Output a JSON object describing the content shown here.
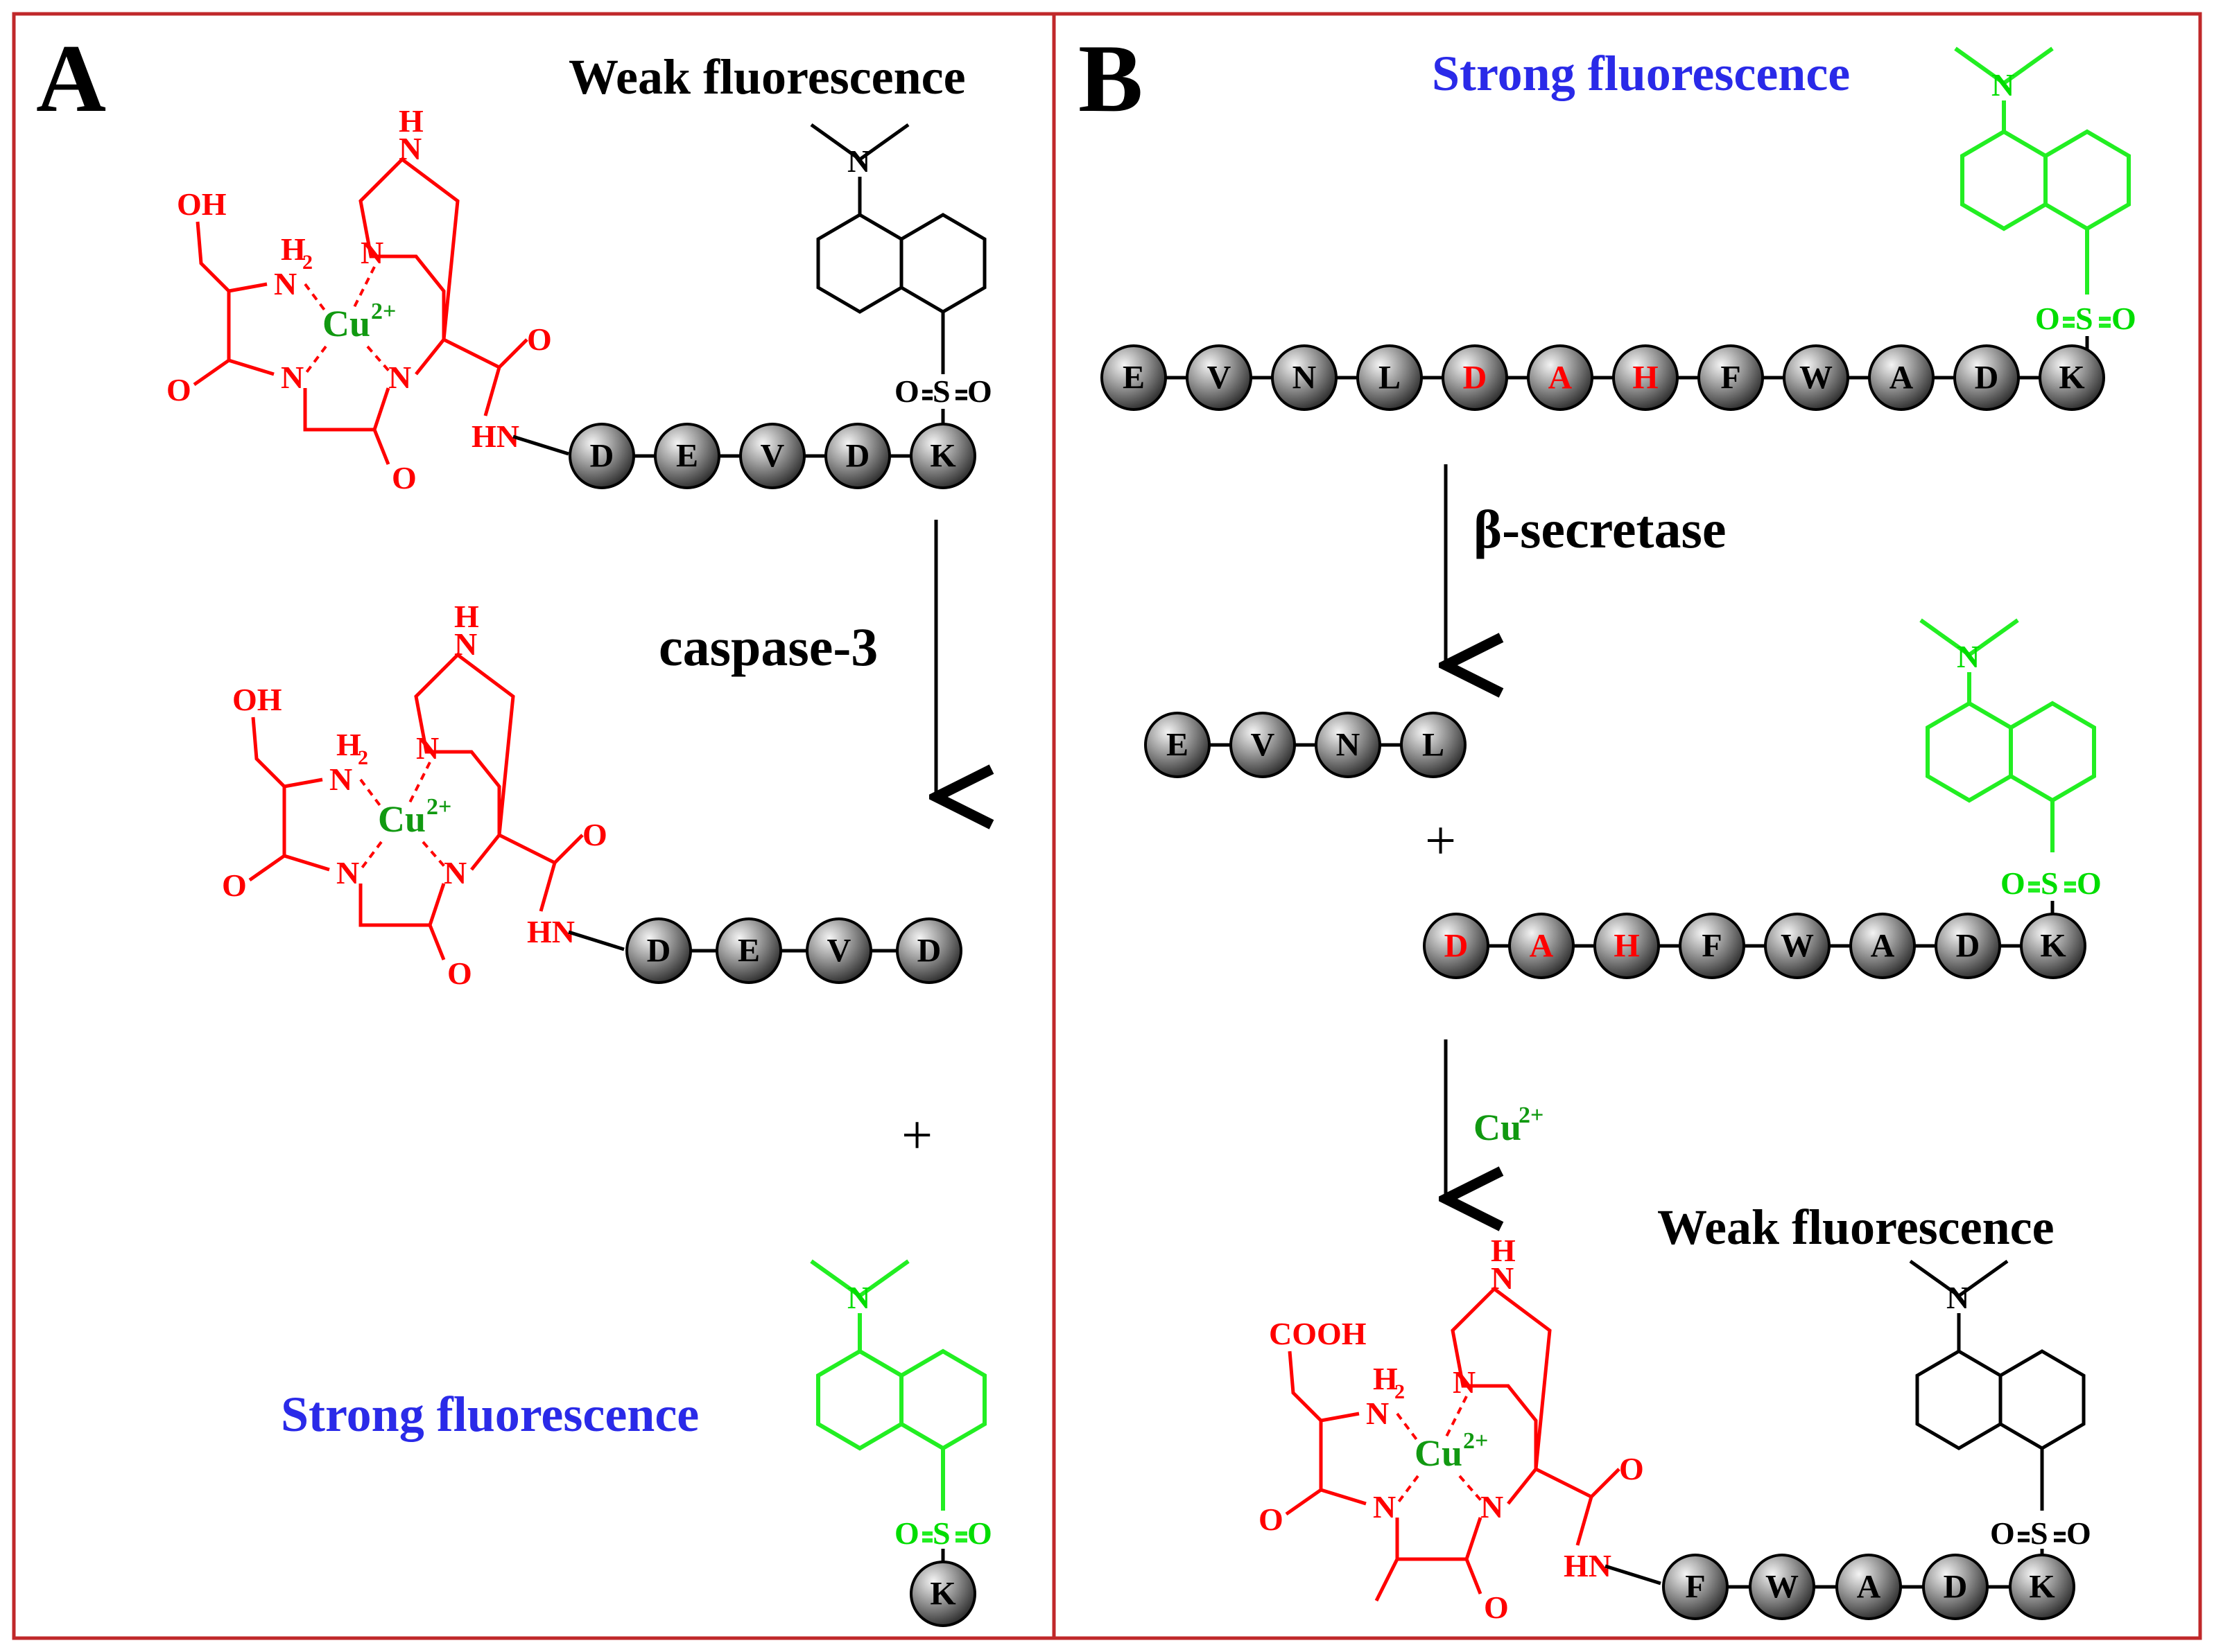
{
  "panels": {
    "A": {
      "label": "A",
      "top_title": "Weak fluorescence",
      "enzyme": "caspase-3",
      "bottom_title": "Strong fluorescence",
      "peptide_full": [
        "D",
        "E",
        "V",
        "D",
        "K"
      ],
      "peptide_cleaved": [
        "D",
        "E",
        "V",
        "D"
      ],
      "product": [
        "K"
      ],
      "plus": "+",
      "metal": "Cu",
      "metal_charge": "2+"
    },
    "B": {
      "label": "B",
      "top_title": "Strong fluorescence",
      "enzyme": "β-secretase",
      "metal_step": "Cu",
      "metal_step_charge": "2+",
      "bottom_title": "Weak fluorescence",
      "peptide_full": [
        "E",
        "V",
        "N",
        "L",
        "D",
        "A",
        "H",
        "F",
        "W",
        "A",
        "D",
        "K"
      ],
      "peptide_full_red": [
        4,
        5,
        6
      ],
      "fragment_left": [
        "E",
        "V",
        "N",
        "L"
      ],
      "fragment_right": [
        "D",
        "A",
        "H",
        "F",
        "W",
        "A",
        "D",
        "K"
      ],
      "fragment_right_red": [
        0,
        1,
        2
      ],
      "peptide_bottom": [
        "F",
        "W",
        "A",
        "D",
        "K"
      ],
      "plus": "+",
      "metal": "Cu",
      "metal_charge": "2+"
    }
  },
  "atoms": {
    "OH": "OH",
    "H2": "H",
    "H2_sub": "2",
    "N": "N",
    "H": "H",
    "O": "O",
    "HN": "HN",
    "S": "S",
    "COOH": "COOH"
  },
  "colors": {
    "frame": "#c0282a",
    "complex": "#ff0000",
    "copper": "#119911",
    "strong_title": "#2a2ae8",
    "dansyl_free": "#22ee22",
    "bead_text_red": "#ff0000"
  }
}
